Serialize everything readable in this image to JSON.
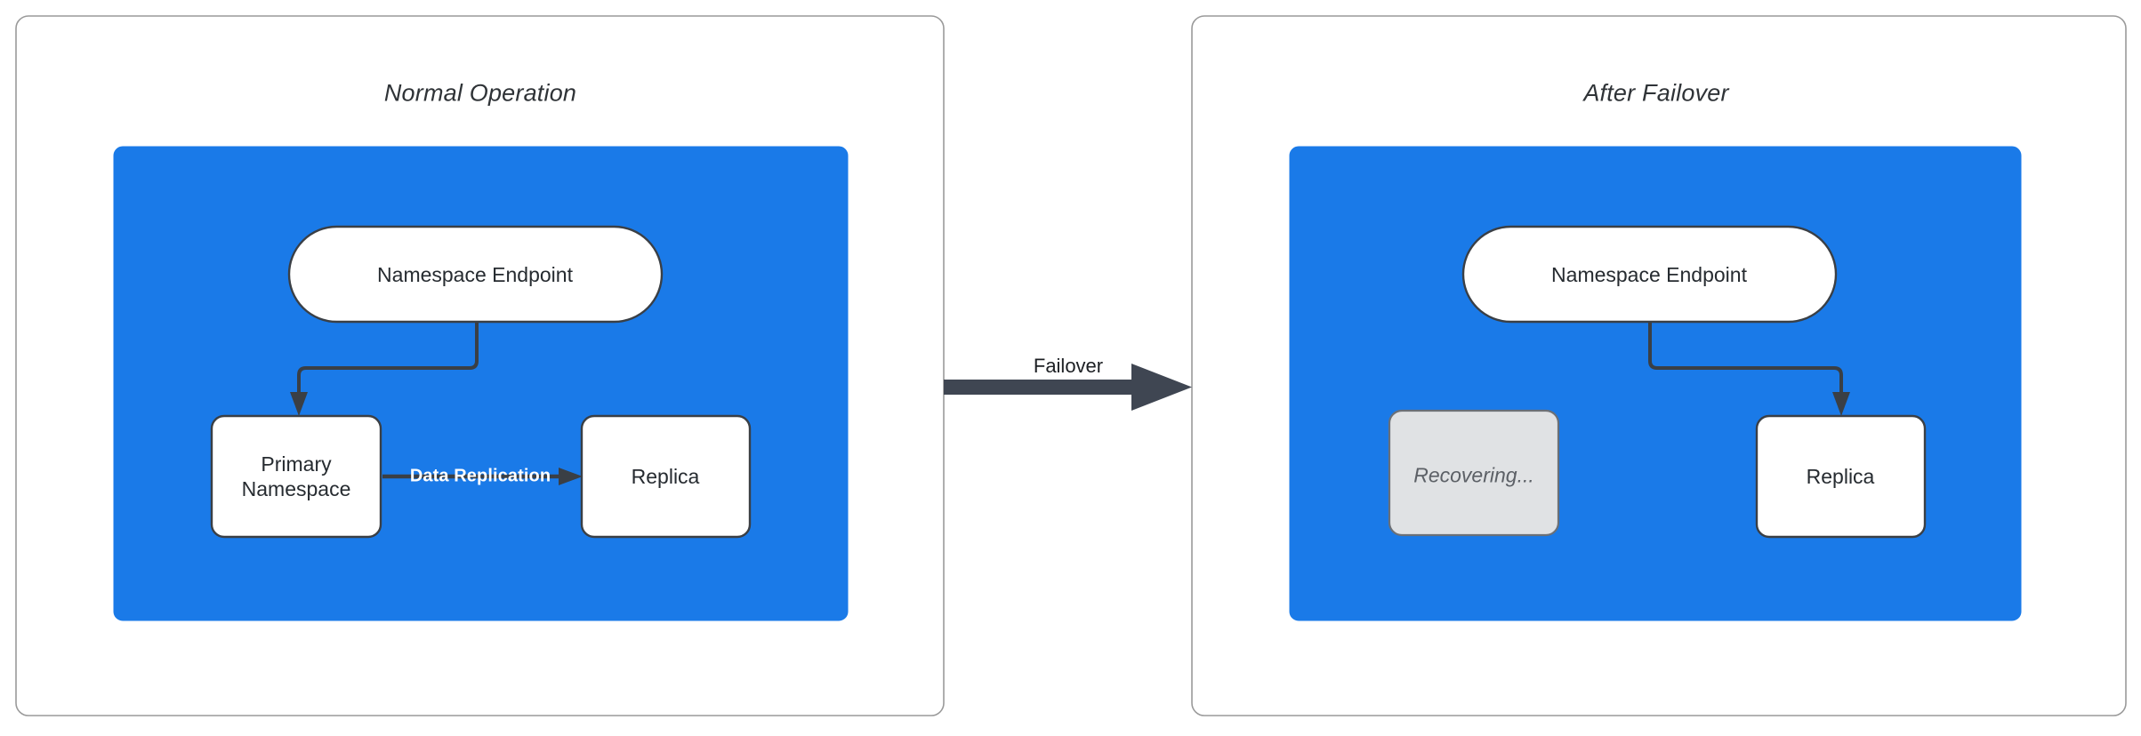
{
  "diagram": {
    "title_left": "Normal Operation",
    "title_right": "After Failover",
    "transition_label": "Failover",
    "colors": {
      "region_blue": "#1a7ae8",
      "node_fill": "#ffffff",
      "node_stroke": "#3a3f45",
      "muted_fill": "#e0e2e4",
      "muted_text": "#5c6066",
      "panel_border": "#9a9a9a",
      "arrow": "#3f4652",
      "edge_label_text": "#ffffff"
    },
    "panels": [
      {
        "id": "normal-operation",
        "title": "Normal Operation",
        "nodes": [
          {
            "id": "endpoint-left",
            "label": "Namespace Endpoint",
            "shape": "pill",
            "state": "active"
          },
          {
            "id": "primary-left",
            "label": "Primary\nNamespace",
            "shape": "rect",
            "state": "active"
          },
          {
            "id": "replica-left",
            "label": "Replica",
            "shape": "rect",
            "state": "active"
          }
        ],
        "edges": [
          {
            "from": "endpoint-left",
            "to": "primary-left",
            "label": ""
          },
          {
            "from": "primary-left",
            "to": "replica-left",
            "label": "Data Replication"
          }
        ]
      },
      {
        "id": "after-failover",
        "title": "After Failover",
        "nodes": [
          {
            "id": "endpoint-right",
            "label": "Namespace Endpoint",
            "shape": "pill",
            "state": "active"
          },
          {
            "id": "recovering-right",
            "label": "Recovering...",
            "shape": "rect",
            "state": "recovering"
          },
          {
            "id": "replica-right",
            "label": "Replica",
            "shape": "rect",
            "state": "active"
          }
        ],
        "edges": [
          {
            "from": "endpoint-right",
            "to": "replica-right",
            "label": ""
          }
        ]
      }
    ]
  },
  "labels": {
    "left_title": "Normal Operation",
    "right_title": "After Failover",
    "endpoint_left": "Namespace Endpoint",
    "primary_left": "Primary\nNamespace",
    "replica_left": "Replica",
    "data_replication": "Data Replication",
    "failover": "Failover",
    "endpoint_right": "Namespace Endpoint",
    "recovering_right": "Recovering...",
    "replica_right": "Replica"
  }
}
